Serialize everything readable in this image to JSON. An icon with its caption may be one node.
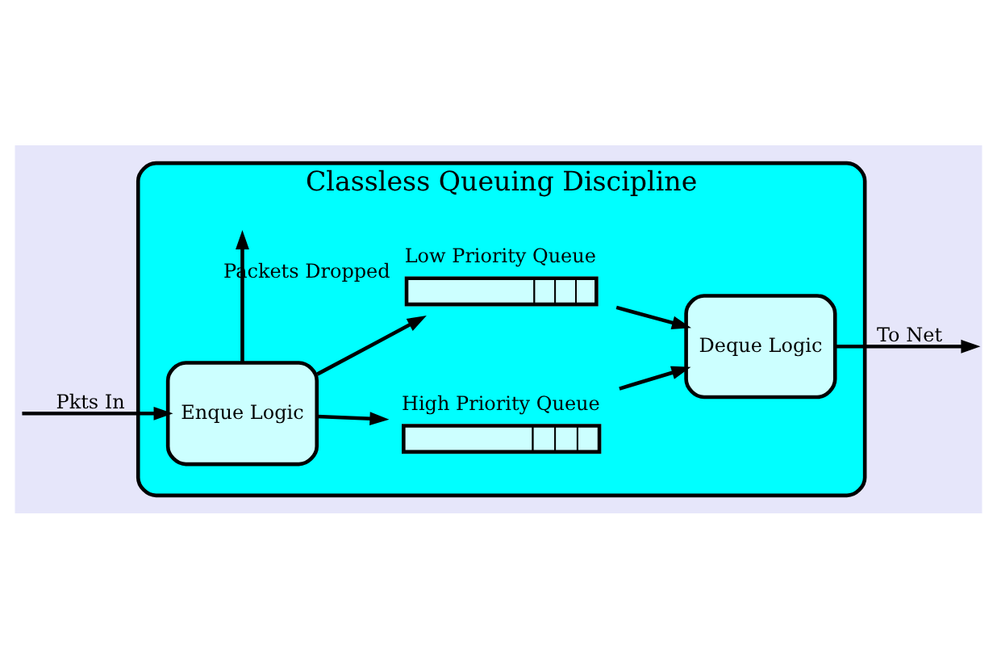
{
  "diagram": {
    "nodes": [
      {
        "text": [
          "Classless Queuing Discipline"
        ]
      },
      {
        "text": [
          "Enque Logic"
        ],
        "in": 0
      },
      {
        "text": [
          "High Priority Queue"
        ],
        "in": 0
      },
      {
        "text": [
          "Low Priority Queue"
        ],
        "in": 0
      },
      {
        "text": [
          "Deque Logic"
        ],
        "in": 0
      }
    ],
    "edges": [
      {
        "from": null,
        "to": 1,
        "arrow": "to",
        "label": "Pkts In"
      },
      {
        "from": 1,
        "to": 2,
        "arrow": "to"
      },
      {
        "from": 1,
        "to": 3,
        "arrow": "to"
      },
      {
        "from": 2,
        "to": 4,
        "arrow": "to"
      },
      {
        "from": 3,
        "to": 4,
        "arrow": "to"
      },
      {
        "from": 4,
        "to": null,
        "arrow": "to",
        "label": "To Net"
      },
      {
        "from": 1,
        "to": null,
        "arrow": "to",
        "label": "Packets Dropped"
      }
    ]
  }
}
